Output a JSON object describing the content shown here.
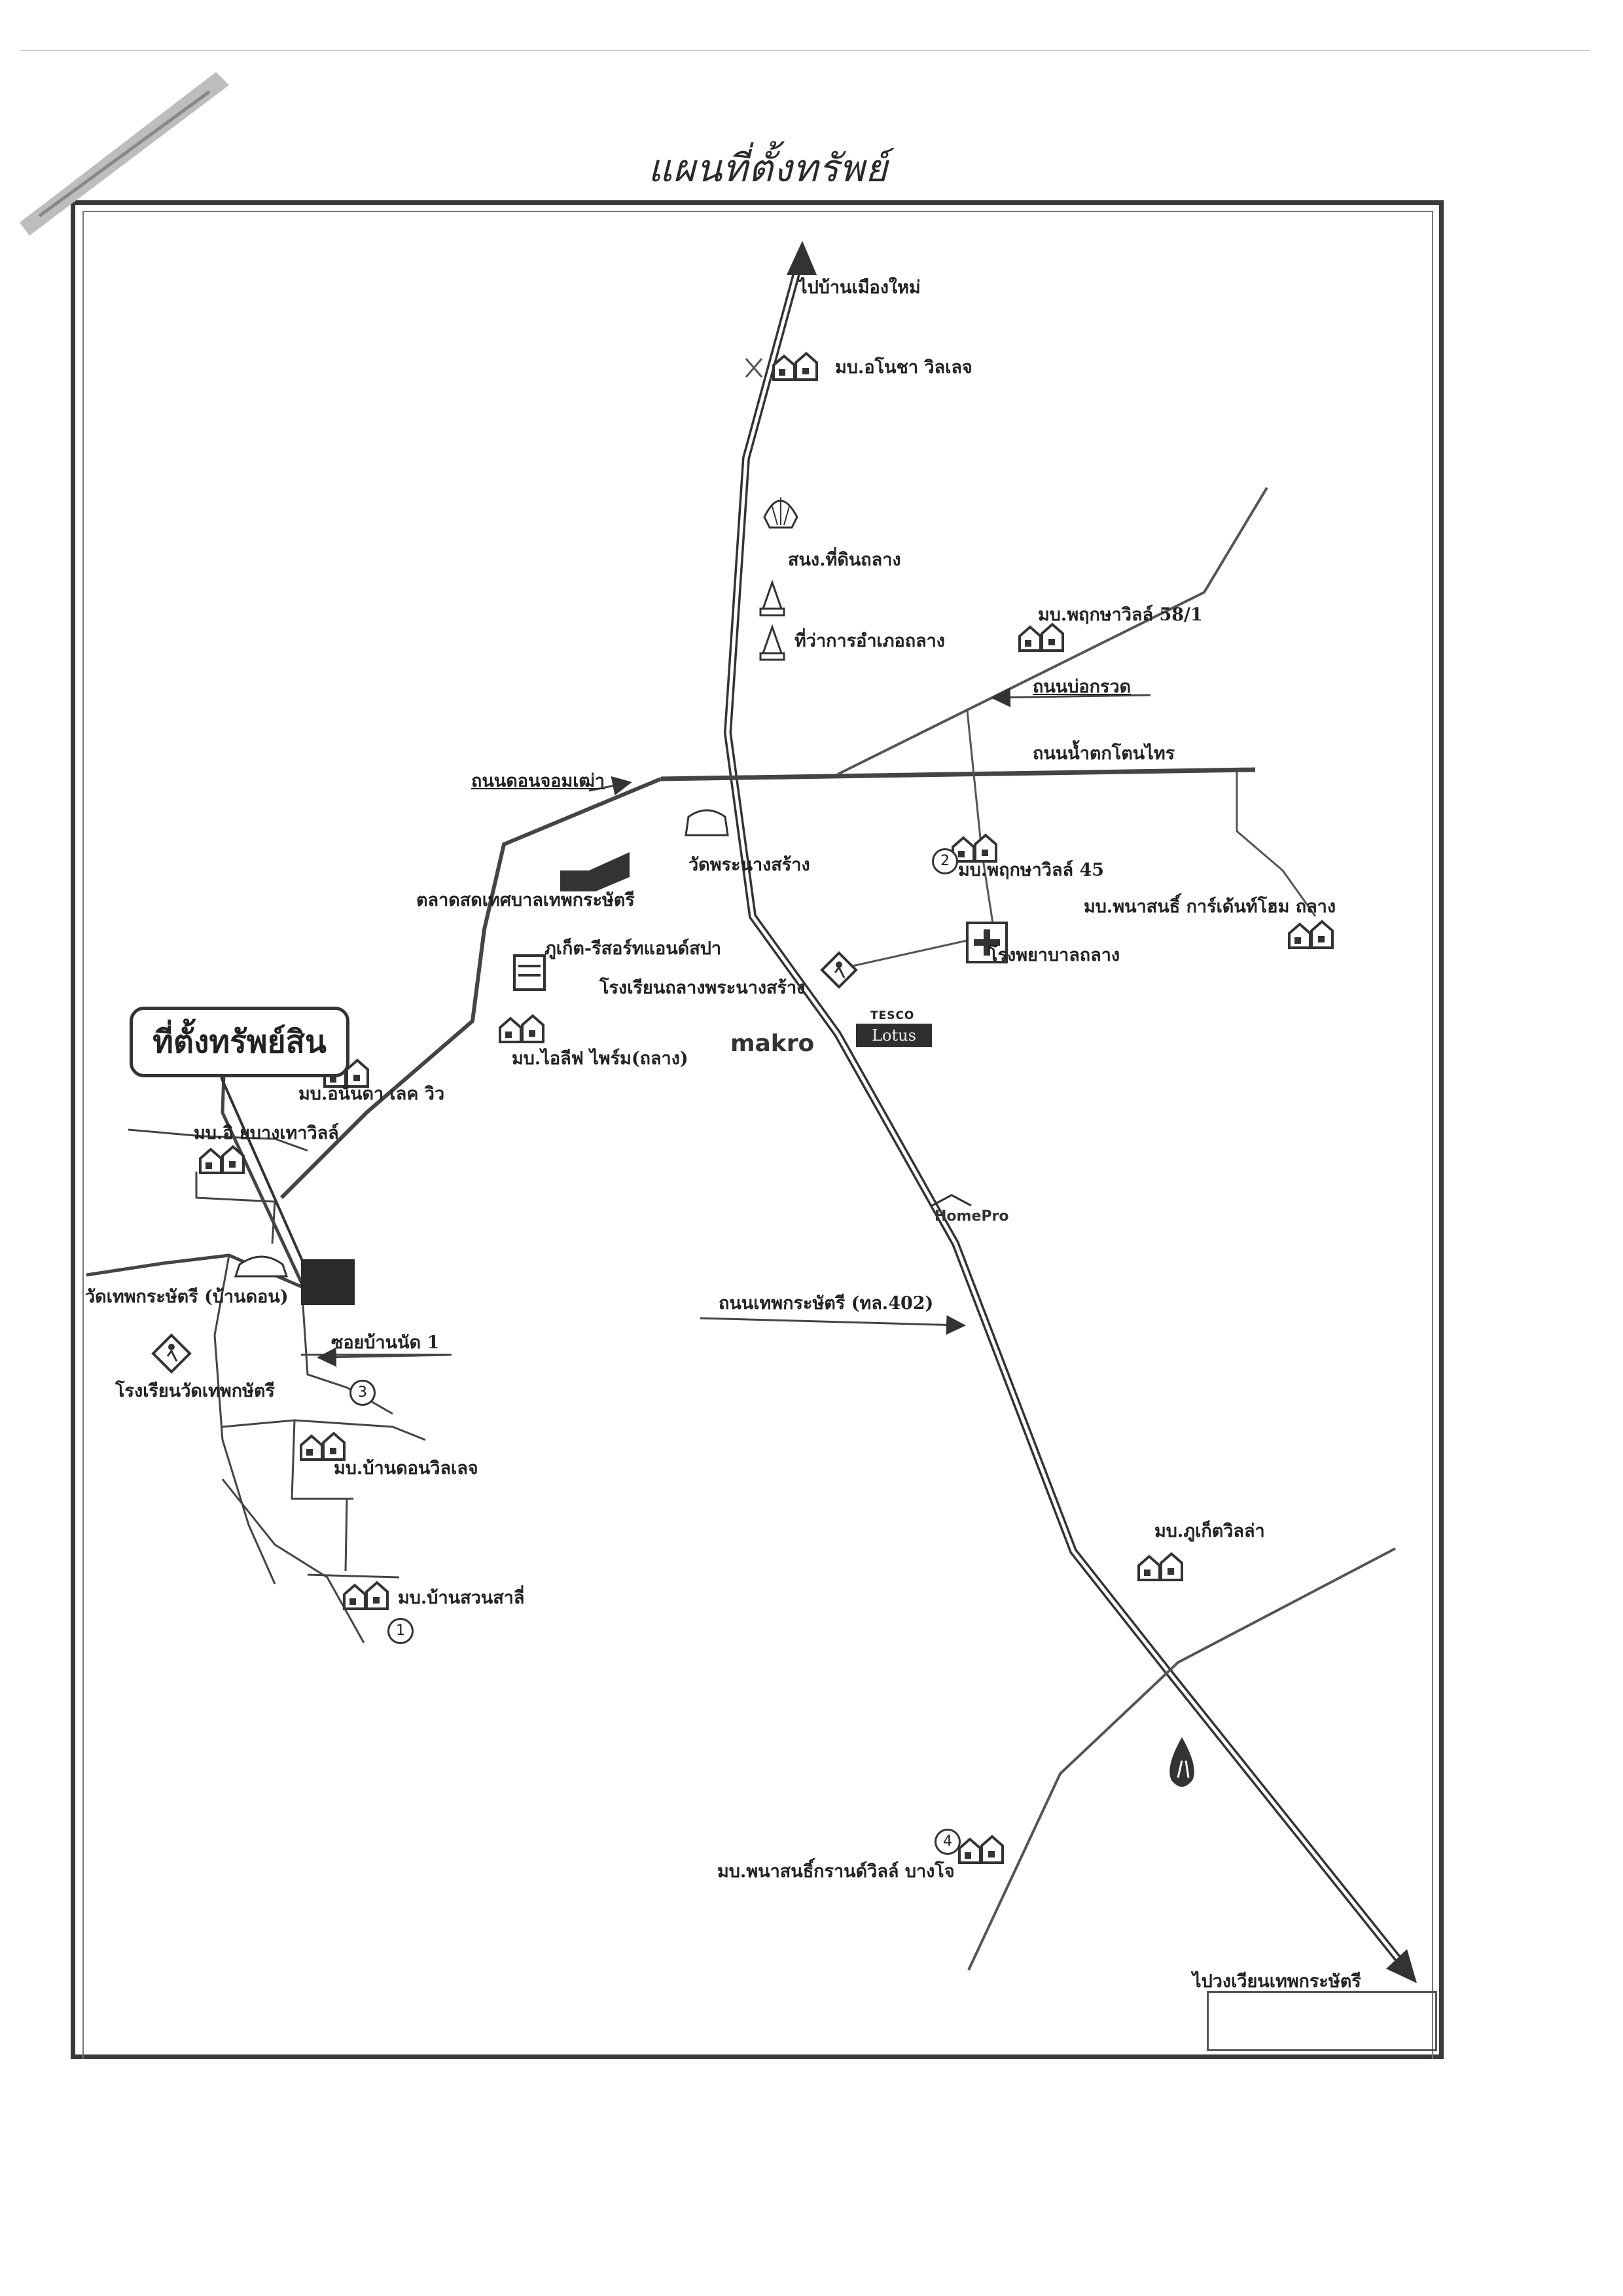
{
  "page": {
    "title": "แผนที่ตั้งทรัพย์",
    "callout": "ที่ตั้งทรัพย์สิน"
  },
  "labels": {
    "to_ban_mueang_mai": "ไปบ้านเมืองใหม่",
    "village_anusha": "มบ.อโนชา วิลเลจ",
    "gas_station": "สนง.ที่ดินถลาง",
    "district_office": "ที่ว่าการอำเภอถลาง",
    "village_phruksa_58_1": "มบ.พฤกษาวิลล์ 58/1",
    "road_bo_kruat": "ถนนบ่อกรวด",
    "road_nam_tok_ton_sai": "ถนนน้ำตกโตนไทร",
    "road_don_chom_thao": "ถนนดอนจอมเฒ่า",
    "wat_phra_nang_sang": "วัดพระนางสร้าง",
    "village_phruksa_45": "มบ.พฤกษาวิลล์ 45",
    "village_sansiri_garden_home": "มบ.พนาสนธิ์ การ์เด้นท์โฮม ถลาง",
    "market_thep_krasattri": "ตลาดสดเทศบาลเทพกระษัตรี",
    "phuket_resort": "ภูเก็ต-รีสอร์ทแอนด์สปา",
    "school_thalang_phra_nang": "โรงเรียนถลางพระนางสร้าง",
    "hospital_thalang": "โรงพยาบาลถลาง",
    "village_i_leaf": "มบ.ไอลีฟ ไพร์ม(ถลาง)",
    "village_anan_view": "มบ.อนันดา เลค วิว",
    "village_baan_thep_villa": "มบ.อิ ยบางเทาวิลล์",
    "wat_thep_krasattri": "วัดเทพกระษัตรี (บ้านดอน)",
    "soi_ban_nua_1": "ซอยบ้านนัด 1",
    "school_wat_thep": "โรงเรียนวัดเทพกษัตรี",
    "village_ban_don": "มบ.บ้านดอนวิลเลจ",
    "village_suan_sa_li": "มบ.บ้านสวนสาลี่",
    "road_thep_krasattri": "ถนนเทพกระษัตรี (ทล.402)",
    "village_phuket_villa": "มบ.ภูเก็ตวิลล่า",
    "village_sansiri_bang_jo": "มบ.พนาสนธิ์กรานด์วิลล์ บางโจ",
    "to_thep_krasattri_circle": "ไปวงเวียนเทพกระษัตรี"
  },
  "brands": {
    "makro": "makro",
    "tesco": "TESCO",
    "lotus": "Lotus",
    "homepro": "HomePro"
  },
  "markers": {
    "m1": "1",
    "m2": "2",
    "m3": "3",
    "m4": "4"
  },
  "icons": [
    "shell-logo-icon",
    "temple-icon",
    "village-icon",
    "hospital-cross-icon",
    "school-sign-icon",
    "ptt-drop-icon",
    "market-icon",
    "hotel-icon",
    "property-square-icon"
  ]
}
